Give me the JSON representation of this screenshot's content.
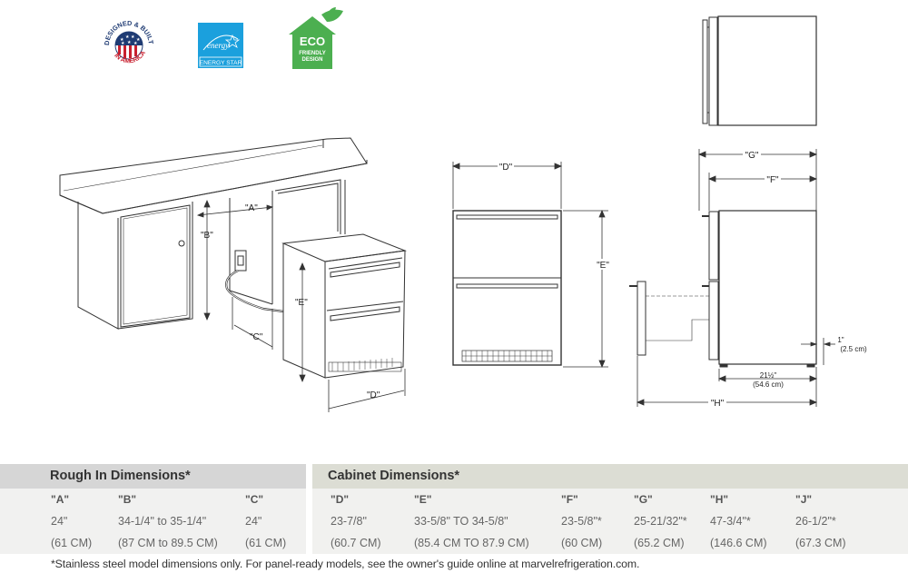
{
  "badges": [
    {
      "name": "designed-built-america",
      "lines": [
        "DESIGNED & BUILT",
        "IN AMERICA"
      ]
    },
    {
      "name": "energy-star",
      "script": "energy",
      "label": "ENERGY STAR",
      "color": "#1ba0dd"
    },
    {
      "name": "eco-friendly",
      "title": "ECO",
      "sub1": "FRIENDLY",
      "sub2": "DESIGN",
      "color": "#4caf50"
    }
  ],
  "diagram": {
    "labels": {
      "A": "\"A\"",
      "B": "\"B\"",
      "C": "\"C\"",
      "D": "\"D\"",
      "E": "\"E\"",
      "F": "\"F\"",
      "G": "\"G\"",
      "H": "\"H\""
    },
    "side_note_1": "1\"",
    "side_note_1_cm": "(2.5 cm)",
    "side_depth": "21½\"",
    "side_depth_cm": "(54.6 cm)"
  },
  "rough_in": {
    "title": "Rough In Dimensions*",
    "columns": [
      {
        "key": "\"A\"",
        "inch": "24\"",
        "cm": "(61 CM)"
      },
      {
        "key": "\"B\"",
        "inch": "34-1/4\" to 35-1/4\"",
        "cm": "(87 CM to 89.5 CM)"
      },
      {
        "key": "\"C\"",
        "inch": "24\"",
        "cm": "(61 CM)"
      }
    ]
  },
  "cabinet": {
    "title": "Cabinet Dimensions*",
    "columns": [
      {
        "key": "\"D\"",
        "inch": "23-7/8\"",
        "cm": "(60.7 CM)"
      },
      {
        "key": "\"E\"",
        "inch": "33-5/8\" TO 34-5/8\"",
        "cm": "(85.4 CM TO 87.9 CM)"
      },
      {
        "key": "\"F\"",
        "inch": "23-5/8\"*",
        "cm": "(60 CM)"
      },
      {
        "key": "\"G\"",
        "inch": "25-21/32\"*",
        "cm": "(65.2 CM)"
      },
      {
        "key": "\"H\"",
        "inch": "47-3/4\"*",
        "cm": "(146.6 CM)"
      },
      {
        "key": "\"J\"",
        "inch": "26-1/2\"*",
        "cm": "(67.3 CM)"
      }
    ]
  },
  "footnote": "*Stainless steel model dimensions only. For panel-ready models, see the owner's guide online at marvelrefrigeration.com.",
  "colors": {
    "rough_header": "#d6d6d6",
    "cabinet_header": "#dcddd4",
    "row_bg": "#f0f0ee",
    "line": "#333333"
  }
}
